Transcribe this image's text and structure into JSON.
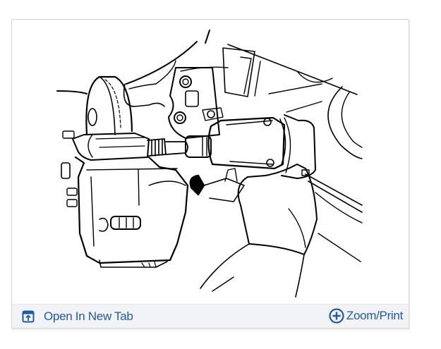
{
  "figure": {
    "type": "technical line drawing",
    "subject": "brake caliper slide pin being removed with impact wrench",
    "alt": "Brake caliper service illustration"
  },
  "footer": {
    "open_new_tab": {
      "label": "Open In New Tab",
      "icon": "open-new-tab-icon"
    },
    "zoom_print": {
      "label": "Zoom/Print",
      "icon": "plus-circle-icon"
    }
  },
  "colors": {
    "link": "#1f5aa6",
    "footer_bg": "#f2f3f7",
    "frame_border": "#d4d4d4",
    "line_art": "#000000"
  }
}
